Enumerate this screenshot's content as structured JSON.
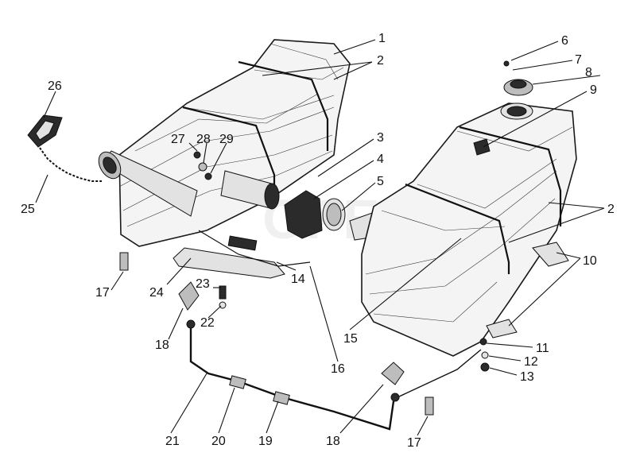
{
  "diagram": {
    "watermark": "OPEX",
    "callouts": [
      {
        "id": "c1",
        "text": "1"
      },
      {
        "id": "c2a",
        "text": "2"
      },
      {
        "id": "c2b",
        "text": "2"
      },
      {
        "id": "c3",
        "text": "3"
      },
      {
        "id": "c4",
        "text": "4"
      },
      {
        "id": "c5",
        "text": "5"
      },
      {
        "id": "c6",
        "text": "6"
      },
      {
        "id": "c7",
        "text": "7"
      },
      {
        "id": "c8",
        "text": "8"
      },
      {
        "id": "c9",
        "text": "9"
      },
      {
        "id": "c10",
        "text": "10"
      },
      {
        "id": "c11",
        "text": "11"
      },
      {
        "id": "c12",
        "text": "12"
      },
      {
        "id": "c13",
        "text": "13"
      },
      {
        "id": "c14",
        "text": "14"
      },
      {
        "id": "c15",
        "text": "15"
      },
      {
        "id": "c16",
        "text": "16"
      },
      {
        "id": "c17a",
        "text": "17"
      },
      {
        "id": "c17b",
        "text": "17"
      },
      {
        "id": "c18a",
        "text": "18"
      },
      {
        "id": "c18b",
        "text": "18"
      },
      {
        "id": "c19",
        "text": "19"
      },
      {
        "id": "c20",
        "text": "20"
      },
      {
        "id": "c21",
        "text": "21"
      },
      {
        "id": "c22",
        "text": "22"
      },
      {
        "id": "c23",
        "text": "23"
      },
      {
        "id": "c24",
        "text": "24"
      },
      {
        "id": "c25",
        "text": "25"
      },
      {
        "id": "c26",
        "text": "26"
      },
      {
        "id": "c27",
        "text": "27"
      },
      {
        "id": "c28",
        "text": "28"
      },
      {
        "id": "c29",
        "text": "29"
      }
    ]
  }
}
